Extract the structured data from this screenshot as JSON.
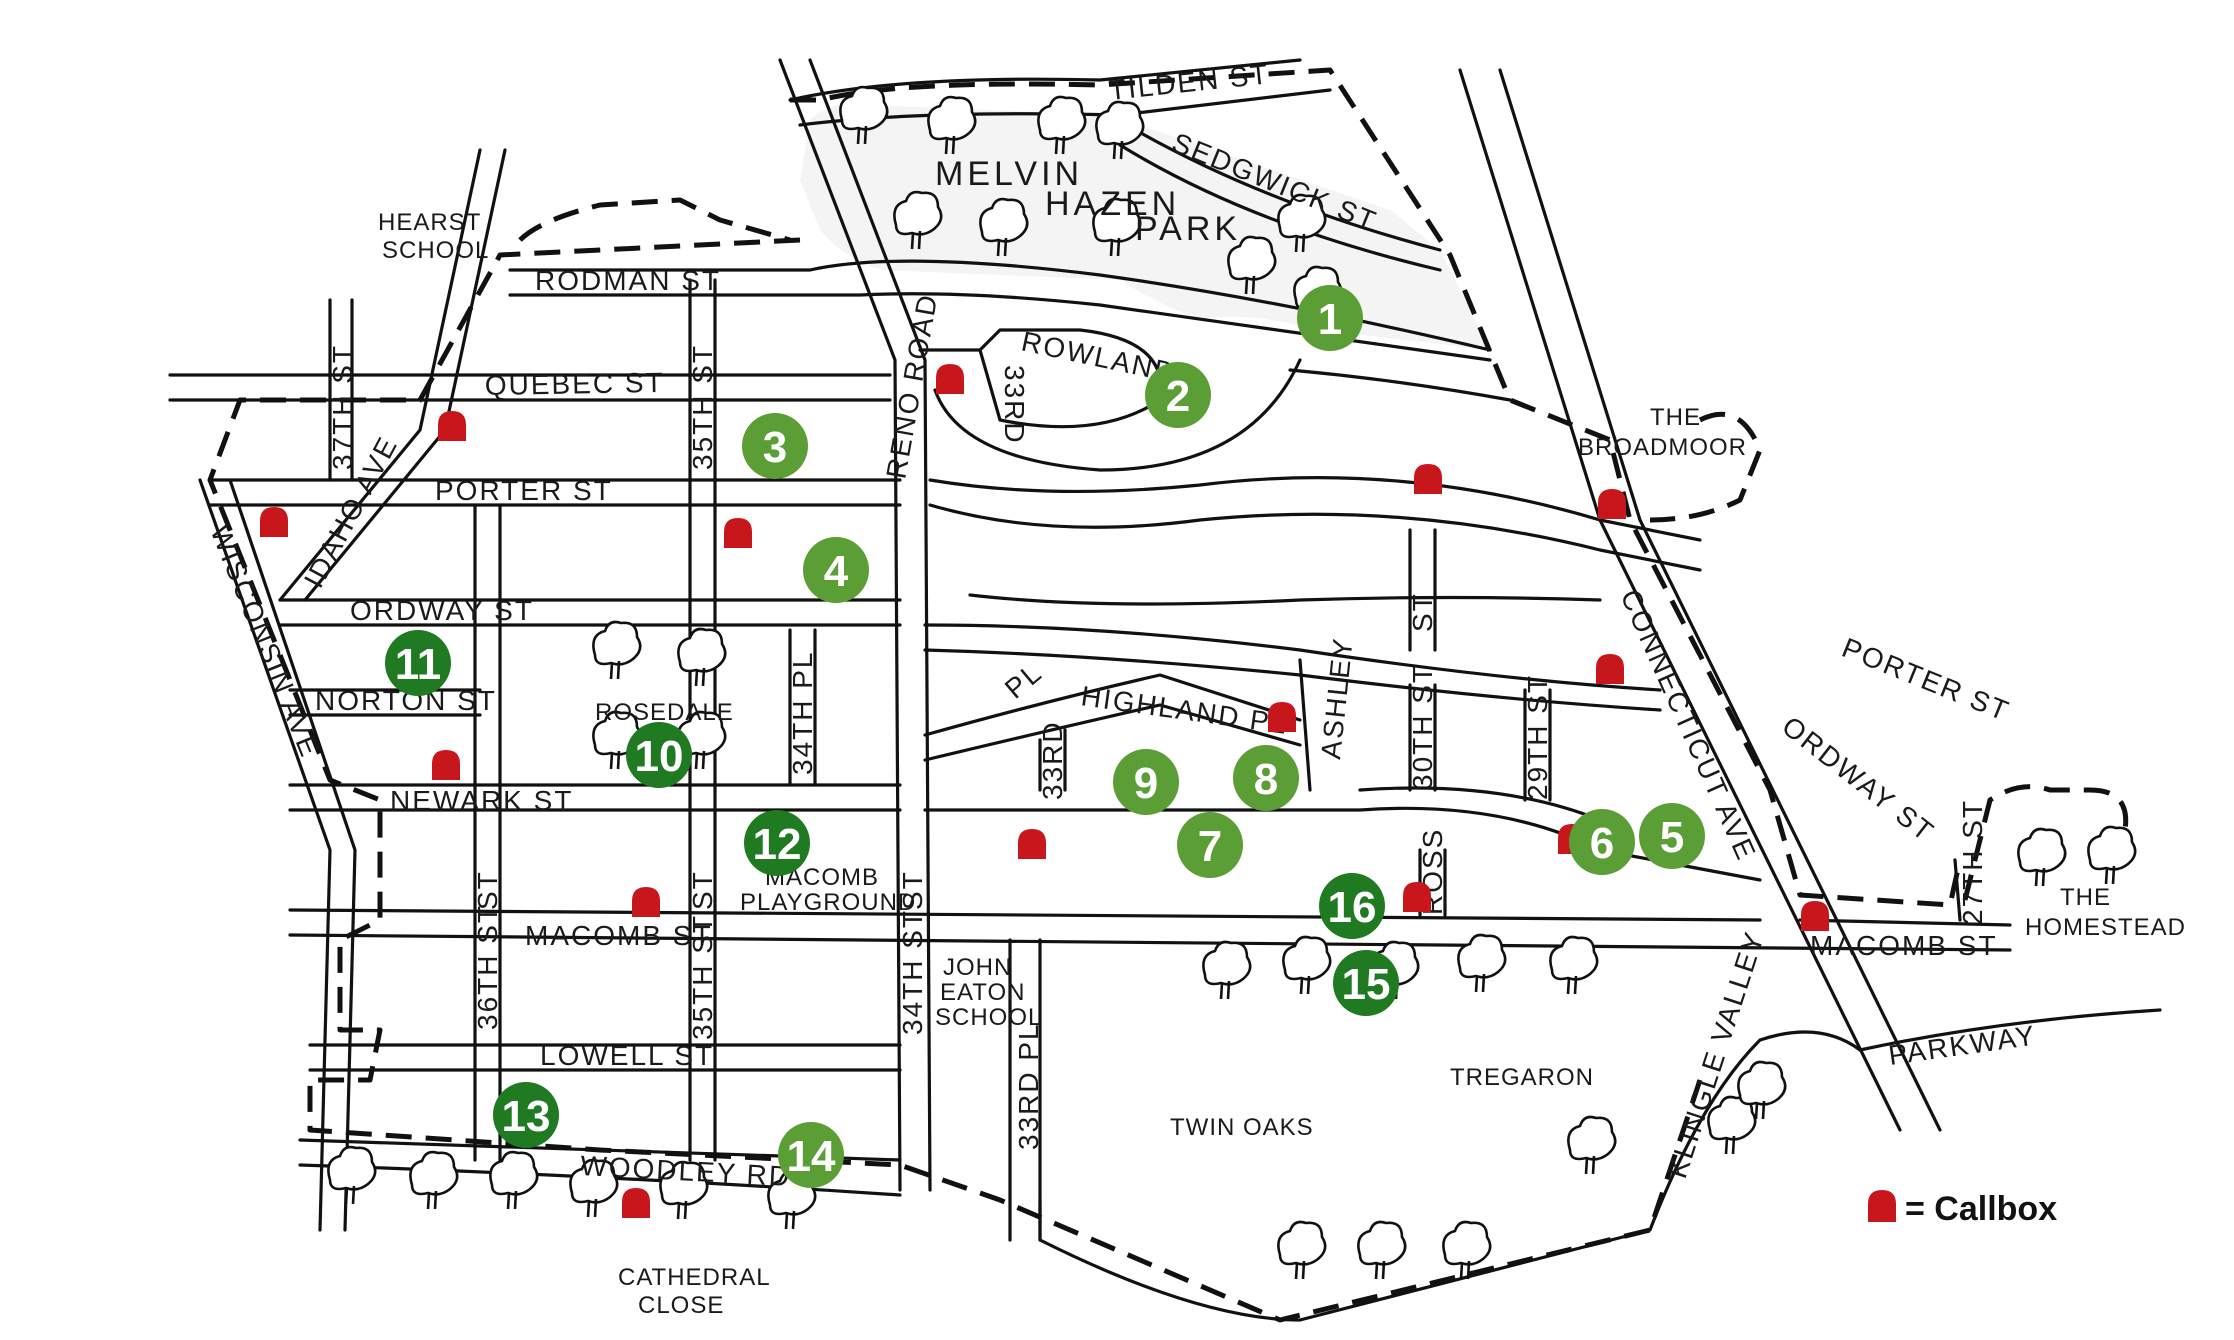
{
  "map": {
    "colors": {
      "marker_light": "#5a9e35",
      "marker_dark": "#1f7a22",
      "callbox": "#c8161d",
      "ink": "#111111"
    },
    "streets": {
      "tilden": "TILDEN ST",
      "sedgwick": "SEDGWICK ST",
      "rodman": "RODMAN ST",
      "quebec": "QUEBEC ST",
      "porter_w": "PORTER ST",
      "ordway_w": "ORDWAY ST",
      "norton": "NORTON ST",
      "newark": "NEWARK ST",
      "macomb_w": "MACOMB ST",
      "lowell": "LOWELL ST",
      "woodley": "WOODLEY RD",
      "rowland": "ROWLAND",
      "rd33_n": "33RD",
      "reno": "RENO ROAD",
      "st37": "37TH ST",
      "st35_n": "35TH ST",
      "idaho": "IDAHO AVE",
      "wisconsin": "WISCONSIN AVE",
      "st34pl": "34TH PL",
      "highland": "HIGHLAND PL",
      "pl_small": "PL",
      "ashley": "ASHLEY",
      "rd33_s": "33RD",
      "st30": "30TH ST",
      "st29": "29TH ST",
      "connecticut": "CONNECTICUT AVE",
      "porter_e": "PORTER ST",
      "ordway_e": "ORDWAY ST",
      "st27": "27TH ST",
      "macomb_e": "MACOMB ST",
      "ross": "ROSS",
      "st36": "36TH ST",
      "st35_s": "35TH ST",
      "st34": "34TH ST",
      "st33pl": "33RD PL",
      "parkway": "PARKWAY",
      "klingle": "KLINGLE VALLEY",
      "st_36_mid": "ST",
      "st_35_mid": "ST",
      "st_34_mid": "ST",
      "st_30_mid": "ST"
    },
    "places": {
      "melvin_hazen_1": "MELVIN",
      "melvin_hazen_2": "HAZEN",
      "melvin_hazen_3": "PARK",
      "hearst_1": "HEARST",
      "hearst_2": "SCHOOL",
      "broadmoor_1": "THE",
      "broadmoor_2": "BROADMOOR",
      "rosedale": "ROSEDALE",
      "macomb_pg_1": "MACOMB",
      "macomb_pg_2": "PLAYGROUND",
      "john_eaton_1": "JOHN",
      "john_eaton_2": "EATON",
      "john_eaton_3": "SCHOOL",
      "homestead_1": "THE",
      "homestead_2": "HOMESTEAD",
      "tregaron": "TREGARON",
      "twin_oaks": "TWIN OAKS",
      "cathedral_1": "CATHEDRAL",
      "cathedral_2": "CLOSE"
    },
    "markers": [
      "1",
      "2",
      "3",
      "4",
      "5",
      "6",
      "7",
      "8",
      "9",
      "10",
      "11",
      "12",
      "13",
      "14",
      "15",
      "16"
    ],
    "legend": {
      "label": "= Callbox"
    }
  }
}
